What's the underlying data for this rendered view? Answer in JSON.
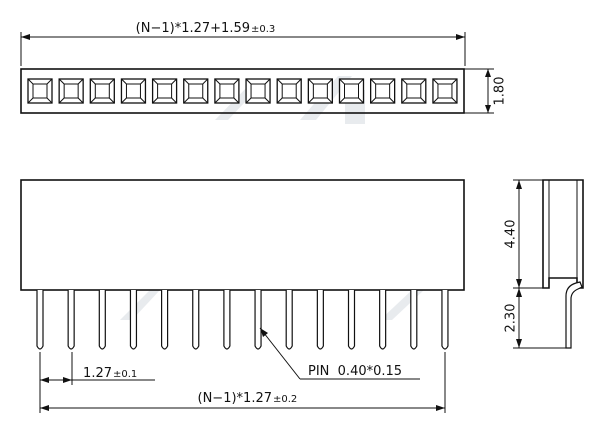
{
  "top_view": {
    "socket_count": 14,
    "length_label": "(N−1)*1.27+1.59",
    "length_tol": "±0.3",
    "height_label": "1.80"
  },
  "front_view": {
    "pin_count": 14,
    "pitch_label": "1.27",
    "pitch_tol": "±0.1",
    "pin_label": "PIN  0.40*0.15",
    "span_label": "(N−1)*1.27",
    "span_tol": "±0.2"
  },
  "side_view": {
    "body_height_label": "4.40",
    "pin_length_label": "2.30"
  }
}
